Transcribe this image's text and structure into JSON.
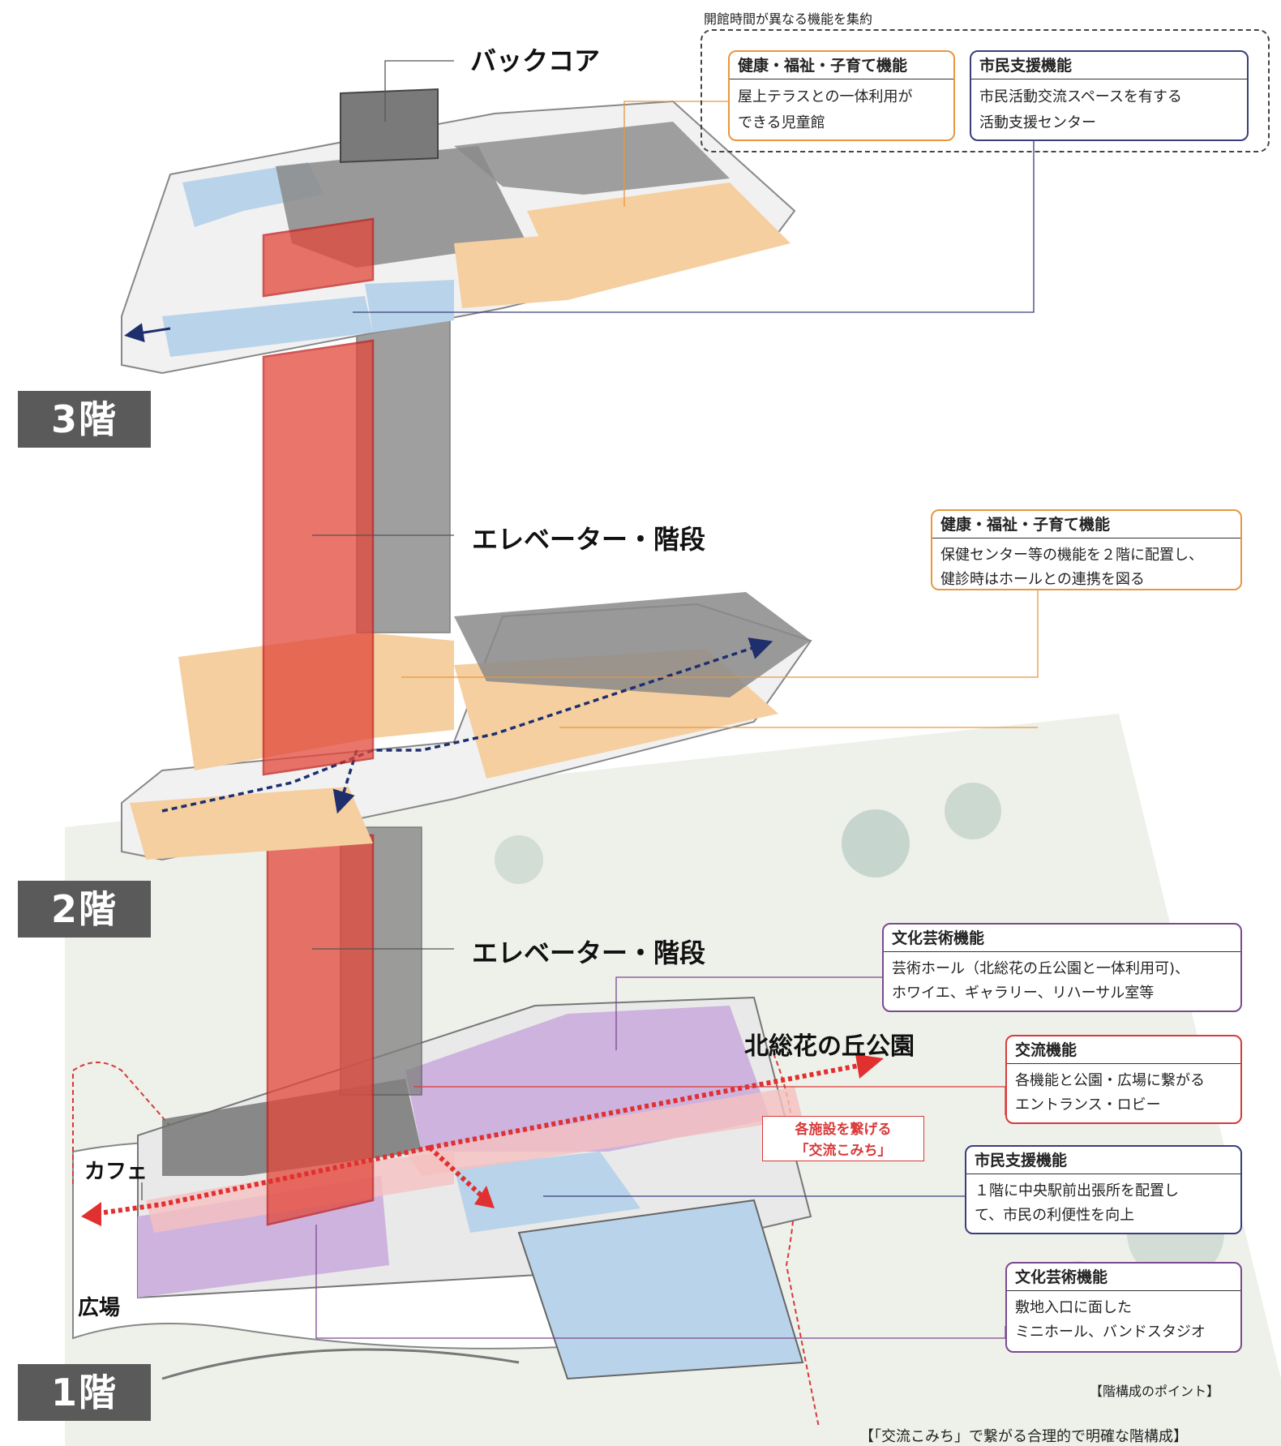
{
  "top_note": "開館時間が異なる機能を集約",
  "labels": {
    "back_core": "バックコア",
    "elevator_3": "エレベーター・階段",
    "elevator_2": "エレベーター・階段",
    "park": "北総花の丘公園",
    "cafe": "カフェ",
    "plaza": "広場",
    "komichi_line1": "各施設を繋げる",
    "komichi_line2": "「交流こみち」"
  },
  "floors": {
    "f3": "3階",
    "f2": "2階",
    "f1": "1階"
  },
  "boxes": {
    "b3_health": {
      "head": "健康・福祉・子育て機能",
      "body": "屋上テラスとの一体利用が\nできる児童館"
    },
    "b3_civic": {
      "head": "市民支援機能",
      "body": "市民活動交流スペースを有する\n活動支援センター"
    },
    "b2_health": {
      "head": "健康・福祉・子育て機能",
      "body": "保健センター等の機能を２階に配置し、\n健診時はホールとの連携を図る"
    },
    "b1_arts": {
      "head": "文化芸術機能",
      "body": "芸術ホール（北総花の丘公園と一体利用可)、\nホワイエ、ギャラリー、リハーサル室等"
    },
    "b1_exchange": {
      "head": "交流機能",
      "body": "各機能と公園・広場に繋がる\nエントランス・ロビー"
    },
    "b1_civic": {
      "head": "市民支援機能",
      "body": "１階に中央駅前出張所を配置し\nて、市民の利便性を向上"
    },
    "b1_arts2": {
      "head": "文化芸術機能",
      "body": "敷地入口に面した\nミニホール、バンドスタジオ"
    }
  },
  "caption_small": "【階構成のポイント】",
  "caption_main": "【「交流こみち」で繋がる合理的で明確な階構成】",
  "colors": {
    "health": "#f5cfa0",
    "civic": "#b9d3ea",
    "arts": "#cdb3dd",
    "core": "#8a8a8a",
    "elevator": "#e2473a",
    "komichi": "#e03030",
    "corridor": "#f1f3e6"
  }
}
